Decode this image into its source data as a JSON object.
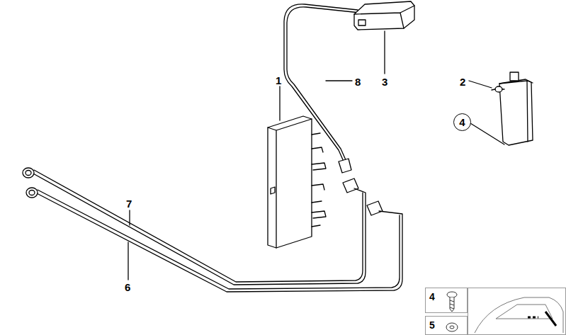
{
  "diagram": {
    "nodes": [
      {
        "text": [
          "4"
        ]
      },
      {
        "text": [
          "4"
        ]
      },
      {
        "text": [
          "5"
        ]
      }
    ],
    "labels": [
      "1",
      "8",
      "3",
      "2",
      "7",
      "6"
    ]
  }
}
